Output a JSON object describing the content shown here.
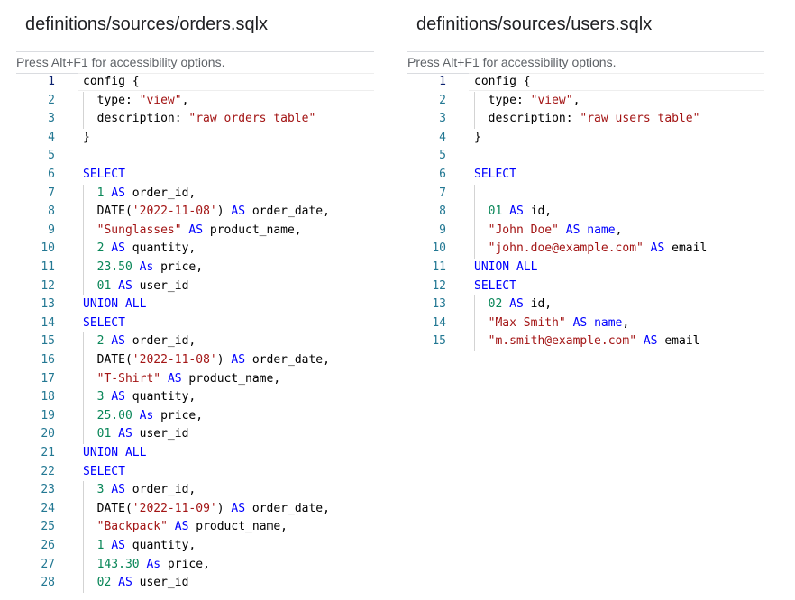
{
  "panes": [
    {
      "file_title": "definitions/sources/orders.sqlx",
      "a11y_hint": "Press Alt+F1 for accessibility options.",
      "current_line": 1,
      "lines": [
        {
          "n": "1",
          "indent": false,
          "tokens": [
            {
              "t": "config {",
              "k": "plain"
            }
          ]
        },
        {
          "n": "2",
          "indent": true,
          "tokens": [
            {
              "t": "  type: ",
              "k": "plain"
            },
            {
              "t": "\"view\"",
              "k": "str"
            },
            {
              "t": ",",
              "k": "plain"
            }
          ]
        },
        {
          "n": "3",
          "indent": true,
          "tokens": [
            {
              "t": "  description: ",
              "k": "plain"
            },
            {
              "t": "\"raw orders table\"",
              "k": "str"
            }
          ]
        },
        {
          "n": "4",
          "indent": false,
          "tokens": [
            {
              "t": "}",
              "k": "plain"
            }
          ]
        },
        {
          "n": "5",
          "indent": false,
          "tokens": []
        },
        {
          "n": "6",
          "indent": false,
          "tokens": [
            {
              "t": "SELECT",
              "k": "kw"
            }
          ]
        },
        {
          "n": "7",
          "indent": true,
          "tokens": [
            {
              "t": "  ",
              "k": "plain"
            },
            {
              "t": "1",
              "k": "num"
            },
            {
              "t": " ",
              "k": "plain"
            },
            {
              "t": "AS",
              "k": "kw"
            },
            {
              "t": " order_id,",
              "k": "plain"
            }
          ]
        },
        {
          "n": "8",
          "indent": true,
          "tokens": [
            {
              "t": "  DATE(",
              "k": "plain"
            },
            {
              "t": "'2022-11-08'",
              "k": "str"
            },
            {
              "t": ") ",
              "k": "plain"
            },
            {
              "t": "AS",
              "k": "kw"
            },
            {
              "t": " order_date,",
              "k": "plain"
            }
          ]
        },
        {
          "n": "9",
          "indent": true,
          "tokens": [
            {
              "t": "  ",
              "k": "plain"
            },
            {
              "t": "\"Sunglasses\"",
              "k": "str"
            },
            {
              "t": " ",
              "k": "plain"
            },
            {
              "t": "AS",
              "k": "kw"
            },
            {
              "t": " product_name,",
              "k": "plain"
            }
          ]
        },
        {
          "n": "10",
          "indent": true,
          "tokens": [
            {
              "t": "  ",
              "k": "plain"
            },
            {
              "t": "2",
              "k": "num"
            },
            {
              "t": " ",
              "k": "plain"
            },
            {
              "t": "AS",
              "k": "kw"
            },
            {
              "t": " quantity,",
              "k": "plain"
            }
          ]
        },
        {
          "n": "11",
          "indent": true,
          "tokens": [
            {
              "t": "  ",
              "k": "plain"
            },
            {
              "t": "23.50",
              "k": "num"
            },
            {
              "t": " ",
              "k": "plain"
            },
            {
              "t": "As",
              "k": "kw"
            },
            {
              "t": " price,",
              "k": "plain"
            }
          ]
        },
        {
          "n": "12",
          "indent": true,
          "tokens": [
            {
              "t": "  ",
              "k": "plain"
            },
            {
              "t": "01",
              "k": "num"
            },
            {
              "t": " ",
              "k": "plain"
            },
            {
              "t": "AS",
              "k": "kw"
            },
            {
              "t": " user_id",
              "k": "plain"
            }
          ]
        },
        {
          "n": "13",
          "indent": false,
          "tokens": [
            {
              "t": "UNION ALL",
              "k": "kw"
            }
          ]
        },
        {
          "n": "14",
          "indent": false,
          "tokens": [
            {
              "t": "SELECT",
              "k": "kw"
            }
          ]
        },
        {
          "n": "15",
          "indent": true,
          "tokens": [
            {
              "t": "  ",
              "k": "plain"
            },
            {
              "t": "2",
              "k": "num"
            },
            {
              "t": " ",
              "k": "plain"
            },
            {
              "t": "AS",
              "k": "kw"
            },
            {
              "t": " order_id,",
              "k": "plain"
            }
          ]
        },
        {
          "n": "16",
          "indent": true,
          "tokens": [
            {
              "t": "  DATE(",
              "k": "plain"
            },
            {
              "t": "'2022-11-08'",
              "k": "str"
            },
            {
              "t": ") ",
              "k": "plain"
            },
            {
              "t": "AS",
              "k": "kw"
            },
            {
              "t": " order_date,",
              "k": "plain"
            }
          ]
        },
        {
          "n": "17",
          "indent": true,
          "tokens": [
            {
              "t": "  ",
              "k": "plain"
            },
            {
              "t": "\"T-Shirt\"",
              "k": "str"
            },
            {
              "t": " ",
              "k": "plain"
            },
            {
              "t": "AS",
              "k": "kw"
            },
            {
              "t": " product_name,",
              "k": "plain"
            }
          ]
        },
        {
          "n": "18",
          "indent": true,
          "tokens": [
            {
              "t": "  ",
              "k": "plain"
            },
            {
              "t": "3",
              "k": "num"
            },
            {
              "t": " ",
              "k": "plain"
            },
            {
              "t": "AS",
              "k": "kw"
            },
            {
              "t": " quantity,",
              "k": "plain"
            }
          ]
        },
        {
          "n": "19",
          "indent": true,
          "tokens": [
            {
              "t": "  ",
              "k": "plain"
            },
            {
              "t": "25.00",
              "k": "num"
            },
            {
              "t": " ",
              "k": "plain"
            },
            {
              "t": "As",
              "k": "kw"
            },
            {
              "t": " price,",
              "k": "plain"
            }
          ]
        },
        {
          "n": "20",
          "indent": true,
          "tokens": [
            {
              "t": "  ",
              "k": "plain"
            },
            {
              "t": "01",
              "k": "num"
            },
            {
              "t": " ",
              "k": "plain"
            },
            {
              "t": "AS",
              "k": "kw"
            },
            {
              "t": " user_id",
              "k": "plain"
            }
          ]
        },
        {
          "n": "21",
          "indent": false,
          "tokens": [
            {
              "t": "UNION ALL",
              "k": "kw"
            }
          ]
        },
        {
          "n": "22",
          "indent": false,
          "tokens": [
            {
              "t": "SELECT",
              "k": "kw"
            }
          ]
        },
        {
          "n": "23",
          "indent": true,
          "tokens": [
            {
              "t": "  ",
              "k": "plain"
            },
            {
              "t": "3",
              "k": "num"
            },
            {
              "t": " ",
              "k": "plain"
            },
            {
              "t": "AS",
              "k": "kw"
            },
            {
              "t": " order_id,",
              "k": "plain"
            }
          ]
        },
        {
          "n": "24",
          "indent": true,
          "tokens": [
            {
              "t": "  DATE(",
              "k": "plain"
            },
            {
              "t": "'2022-11-09'",
              "k": "str"
            },
            {
              "t": ") ",
              "k": "plain"
            },
            {
              "t": "AS",
              "k": "kw"
            },
            {
              "t": " order_date,",
              "k": "plain"
            }
          ]
        },
        {
          "n": "25",
          "indent": true,
          "tokens": [
            {
              "t": "  ",
              "k": "plain"
            },
            {
              "t": "\"Backpack\"",
              "k": "str"
            },
            {
              "t": " ",
              "k": "plain"
            },
            {
              "t": "AS",
              "k": "kw"
            },
            {
              "t": " product_name,",
              "k": "plain"
            }
          ]
        },
        {
          "n": "26",
          "indent": true,
          "tokens": [
            {
              "t": "  ",
              "k": "plain"
            },
            {
              "t": "1",
              "k": "num"
            },
            {
              "t": " ",
              "k": "plain"
            },
            {
              "t": "AS",
              "k": "kw"
            },
            {
              "t": " quantity,",
              "k": "plain"
            }
          ]
        },
        {
          "n": "27",
          "indent": true,
          "tokens": [
            {
              "t": "  ",
              "k": "plain"
            },
            {
              "t": "143.30",
              "k": "num"
            },
            {
              "t": " ",
              "k": "plain"
            },
            {
              "t": "As",
              "k": "kw"
            },
            {
              "t": " price,",
              "k": "plain"
            }
          ]
        },
        {
          "n": "28",
          "indent": true,
          "tokens": [
            {
              "t": "  ",
              "k": "plain"
            },
            {
              "t": "02",
              "k": "num"
            },
            {
              "t": " ",
              "k": "plain"
            },
            {
              "t": "AS",
              "k": "kw"
            },
            {
              "t": " user_id",
              "k": "plain"
            }
          ]
        }
      ]
    },
    {
      "file_title": "definitions/sources/users.sqlx",
      "a11y_hint": "Press Alt+F1 for accessibility options.",
      "current_line": 1,
      "lines": [
        {
          "n": "1",
          "indent": false,
          "tokens": [
            {
              "t": "config {",
              "k": "plain"
            }
          ]
        },
        {
          "n": "2",
          "indent": true,
          "tokens": [
            {
              "t": "  type: ",
              "k": "plain"
            },
            {
              "t": "\"view\"",
              "k": "str"
            },
            {
              "t": ",",
              "k": "plain"
            }
          ]
        },
        {
          "n": "3",
          "indent": true,
          "tokens": [
            {
              "t": "  description: ",
              "k": "plain"
            },
            {
              "t": "\"raw users table\"",
              "k": "str"
            }
          ]
        },
        {
          "n": "4",
          "indent": false,
          "tokens": [
            {
              "t": "}",
              "k": "plain"
            }
          ]
        },
        {
          "n": "5",
          "indent": false,
          "tokens": []
        },
        {
          "n": "6",
          "indent": false,
          "tokens": [
            {
              "t": "SELECT",
              "k": "kw"
            }
          ]
        },
        {
          "n": "7",
          "indent": true,
          "tokens": []
        },
        {
          "n": "8",
          "indent": true,
          "tokens": [
            {
              "t": "  ",
              "k": "plain"
            },
            {
              "t": "01",
              "k": "num"
            },
            {
              "t": " ",
              "k": "plain"
            },
            {
              "t": "AS",
              "k": "kw"
            },
            {
              "t": " id,",
              "k": "plain"
            }
          ]
        },
        {
          "n": "9",
          "indent": true,
          "tokens": [
            {
              "t": "  ",
              "k": "plain"
            },
            {
              "t": "\"John Doe\"",
              "k": "str"
            },
            {
              "t": " ",
              "k": "plain"
            },
            {
              "t": "AS",
              "k": "kw"
            },
            {
              "t": " ",
              "k": "plain"
            },
            {
              "t": "name",
              "k": "kw"
            },
            {
              "t": ",",
              "k": "plain"
            }
          ]
        },
        {
          "n": "10",
          "indent": true,
          "tokens": [
            {
              "t": "  ",
              "k": "plain"
            },
            {
              "t": "\"john.doe@example.com\"",
              "k": "str"
            },
            {
              "t": " ",
              "k": "plain"
            },
            {
              "t": "AS",
              "k": "kw"
            },
            {
              "t": " email",
              "k": "plain"
            }
          ]
        },
        {
          "n": "11",
          "indent": false,
          "tokens": [
            {
              "t": "UNION ALL",
              "k": "kw"
            }
          ]
        },
        {
          "n": "12",
          "indent": false,
          "tokens": [
            {
              "t": "SELECT",
              "k": "kw"
            }
          ]
        },
        {
          "n": "13",
          "indent": true,
          "tokens": [
            {
              "t": "  ",
              "k": "plain"
            },
            {
              "t": "02",
              "k": "num"
            },
            {
              "t": " ",
              "k": "plain"
            },
            {
              "t": "AS",
              "k": "kw"
            },
            {
              "t": " id,",
              "k": "plain"
            }
          ]
        },
        {
          "n": "14",
          "indent": true,
          "tokens": [
            {
              "t": "  ",
              "k": "plain"
            },
            {
              "t": "\"Max Smith\"",
              "k": "str"
            },
            {
              "t": " ",
              "k": "plain"
            },
            {
              "t": "AS",
              "k": "kw"
            },
            {
              "t": " ",
              "k": "plain"
            },
            {
              "t": "name",
              "k": "kw"
            },
            {
              "t": ",",
              "k": "plain"
            }
          ]
        },
        {
          "n": "15",
          "indent": true,
          "tokens": [
            {
              "t": "  ",
              "k": "plain"
            },
            {
              "t": "\"m.smith@example.com\"",
              "k": "str"
            },
            {
              "t": " ",
              "k": "plain"
            },
            {
              "t": "AS",
              "k": "kw"
            },
            {
              "t": " email",
              "k": "plain"
            }
          ]
        }
      ]
    }
  ]
}
